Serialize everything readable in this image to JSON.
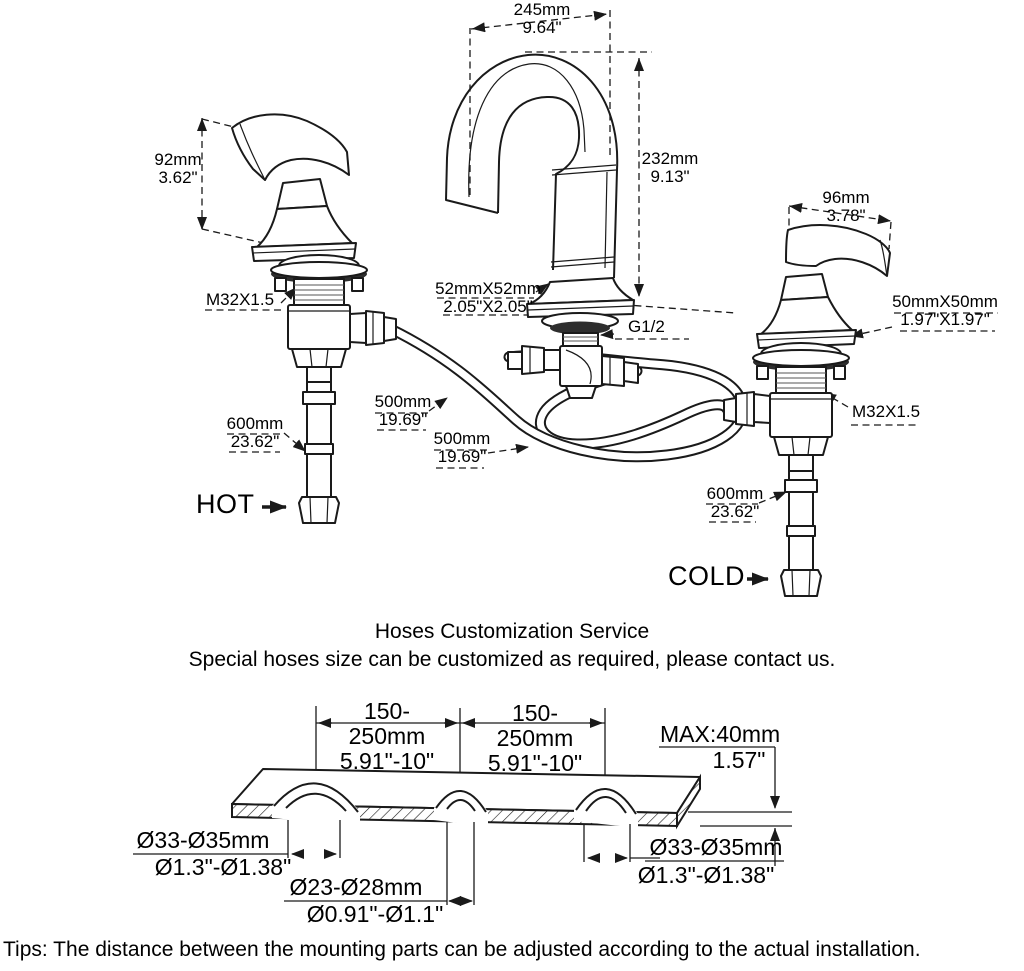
{
  "labels": {
    "spout_reach": {
      "mm": "245mm",
      "in": "9.64\""
    },
    "spout_height": {
      "mm": "232mm",
      "in": "9.13\""
    },
    "left_handle_height": {
      "mm": "92mm",
      "in": "3.62\""
    },
    "right_handle_width": {
      "mm": "96mm",
      "in": "3.78\""
    },
    "left_shank_thread": "M32X1.5",
    "right_shank_thread": "M32X1.5",
    "spout_base": {
      "mm": "52mmX52mm",
      "in": "2.05\"X2.05\""
    },
    "outlet_thread": "G1/2",
    "handle_base": {
      "mm": "50mmX50mm",
      "in": "1.97\"X1.97\""
    },
    "hose_left": {
      "mm": "500mm",
      "in": "19.69\""
    },
    "hose_right": {
      "mm": "500mm",
      "in": "19.69\""
    },
    "supply_hot": {
      "mm": "600mm",
      "in": "23.62\""
    },
    "supply_cold": {
      "mm": "600mm",
      "in": "23.62\""
    },
    "hot": "HOT",
    "cold": "COLD"
  },
  "service_note": {
    "title": "Hoses Customization Service",
    "subtitle": "Special hoses size can be customized as required, please contact us."
  },
  "mounting": {
    "span_left": {
      "mm": "150-250mm",
      "in": "5.91\"-10\""
    },
    "span_right": {
      "mm": "150-250mm",
      "in": "5.91\"-10\""
    },
    "max_thickness": {
      "mm": "MAX:40mm",
      "in": "1.57\""
    },
    "hole_left": {
      "mm": "Ø33-Ø35mm",
      "in": "Ø1.3\"-Ø1.38\""
    },
    "hole_center": {
      "mm": "Ø23-Ø28mm",
      "in": "Ø0.91\"-Ø1.1\""
    },
    "hole_right": {
      "mm": "Ø33-Ø35mm",
      "in": "Ø1.3\"-Ø1.38\""
    }
  },
  "tips": "Tips: The distance between the mounting parts can be adjusted according to the actual installation.",
  "colors": {
    "line": "#1a1a1a",
    "background": "#ffffff"
  }
}
